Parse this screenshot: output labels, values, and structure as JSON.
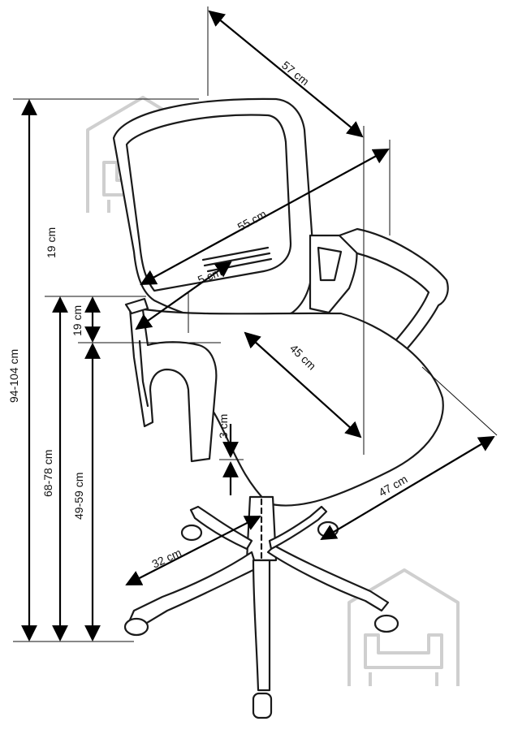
{
  "diagram": {
    "dimensions": {
      "backrest_depth": "57 cm",
      "width": "55 cm",
      "lumbar": "5 cm",
      "backrest_height": "19 cm",
      "armrest_height": "19 cm",
      "seat_depth": "45 cm",
      "seat_thickness": "3 cm",
      "total_height": "94-104 cm",
      "armrest_floor_height": "68-78 cm",
      "seat_height": "49-59 cm",
      "seat_width": "47 cm",
      "base_radius": "32 cm"
    },
    "watermark_icons": [
      "house-sofa-icon",
      "house-sofa-icon"
    ]
  }
}
